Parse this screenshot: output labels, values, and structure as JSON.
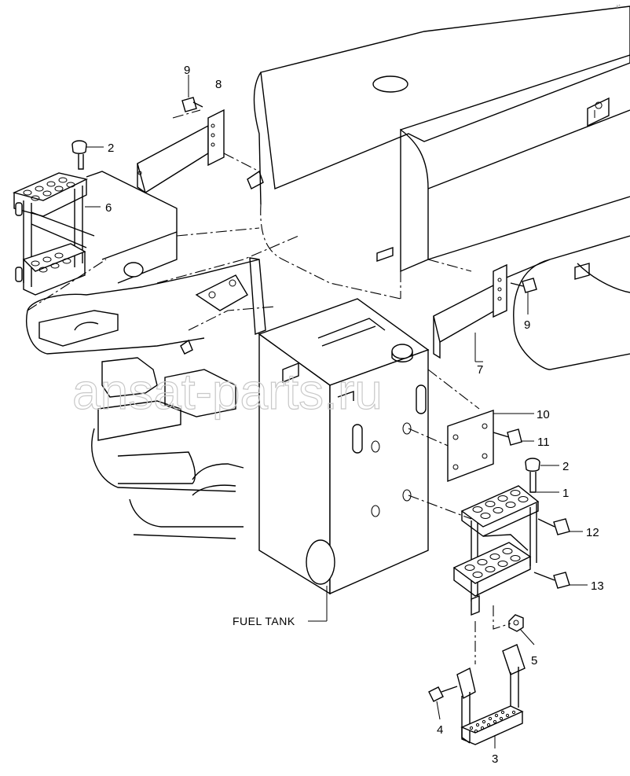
{
  "diagram": {
    "part_labels": {
      "p1": "1",
      "p2a": "2",
      "p2b": "2",
      "p3": "3",
      "p4": "4",
      "p5": "5",
      "p6": "6",
      "p7": "7",
      "p8": "8",
      "p9a": "9",
      "p9b": "9",
      "p10": "10",
      "p11": "11",
      "p12": "12",
      "p13": "13"
    },
    "fuel_tank_label": "FUEL TANK",
    "watermark": "ansat-parts.ru",
    "corner_mark": "a*"
  },
  "colors": {
    "line": "#000000",
    "background": "#ffffff",
    "watermark": "#c8c8c8"
  }
}
